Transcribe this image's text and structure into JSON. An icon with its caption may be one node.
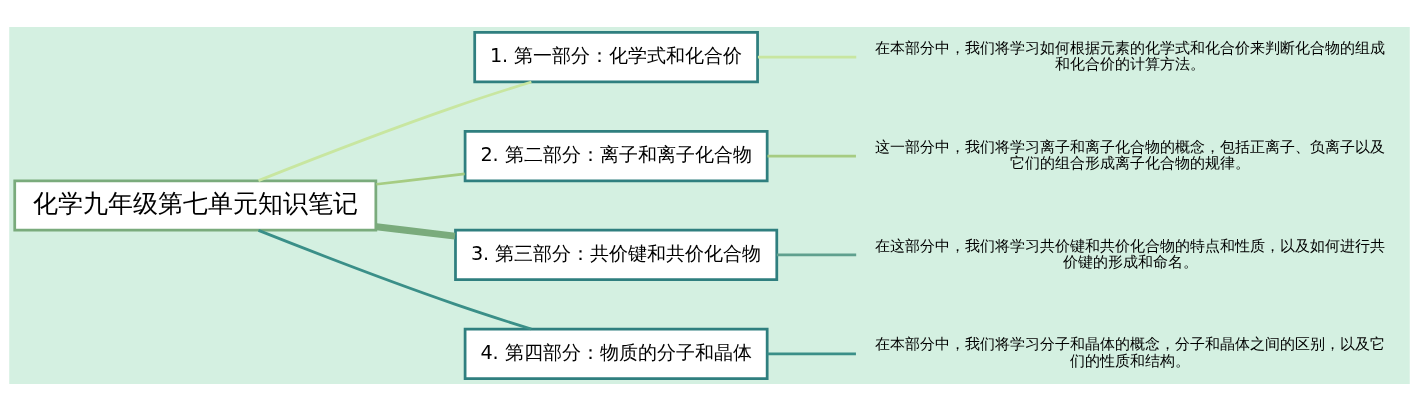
{
  "diagram": {
    "nodes": [
      {
        "text": [
          "化学九年级第七单元知识笔记"
        ]
      },
      {
        "text": [
          "1. 第一部分：化学式和化合价"
        ]
      },
      {
        "text": [
          "2. 第二部分：离子和离子化合物"
        ]
      },
      {
        "text": [
          "3. 第三部分：共价键和共价化合物"
        ]
      },
      {
        "text": [
          "4. 第四部分：物质的分子和晶体"
        ]
      },
      {
        "text": [
          "在本部分中，我们将学习如何根据元素的化学式和化合价来判断化合物的组成和化合价的计算方法。"
        ]
      },
      {
        "text": [
          "这一部分中，我们将学习离子和离子化合物的概念，包括正离子、负离子以及它们的组合形成离子化合物的规律。"
        ]
      },
      {
        "text": [
          "在这部分中，我们将学习共价键和共价化合物的特点和性质，以及如何进行共价键的形成和命名。"
        ]
      },
      {
        "text": [
          "在本部分中，我们将学习分子和晶体的概念，分子和晶体之间的区别，以及它们的性质和结构。"
        ]
      }
    ],
    "edges": [
      {
        "from": 0,
        "to": 1,
        "arrow": "none",
        "color": "#c8e6a0"
      },
      {
        "from": 0,
        "to": 2,
        "arrow": "none",
        "color": "#a6cc82"
      },
      {
        "from": 0,
        "to": 3,
        "arrow": "none",
        "style": "thick",
        "color": "#7aab7c"
      },
      {
        "from": 0,
        "to": 4,
        "arrow": "none",
        "color": "#3a8f88"
      },
      {
        "from": 1,
        "to": 5,
        "arrow": "none",
        "color": "#c8e6a0"
      },
      {
        "from": 2,
        "to": 6,
        "arrow": "none",
        "color": "#a6cc82"
      },
      {
        "from": 3,
        "to": 7,
        "arrow": "none",
        "color": "#5fa08e"
      },
      {
        "from": 4,
        "to": 8,
        "arrow": "none",
        "color": "#3a8f88"
      }
    ]
  }
}
